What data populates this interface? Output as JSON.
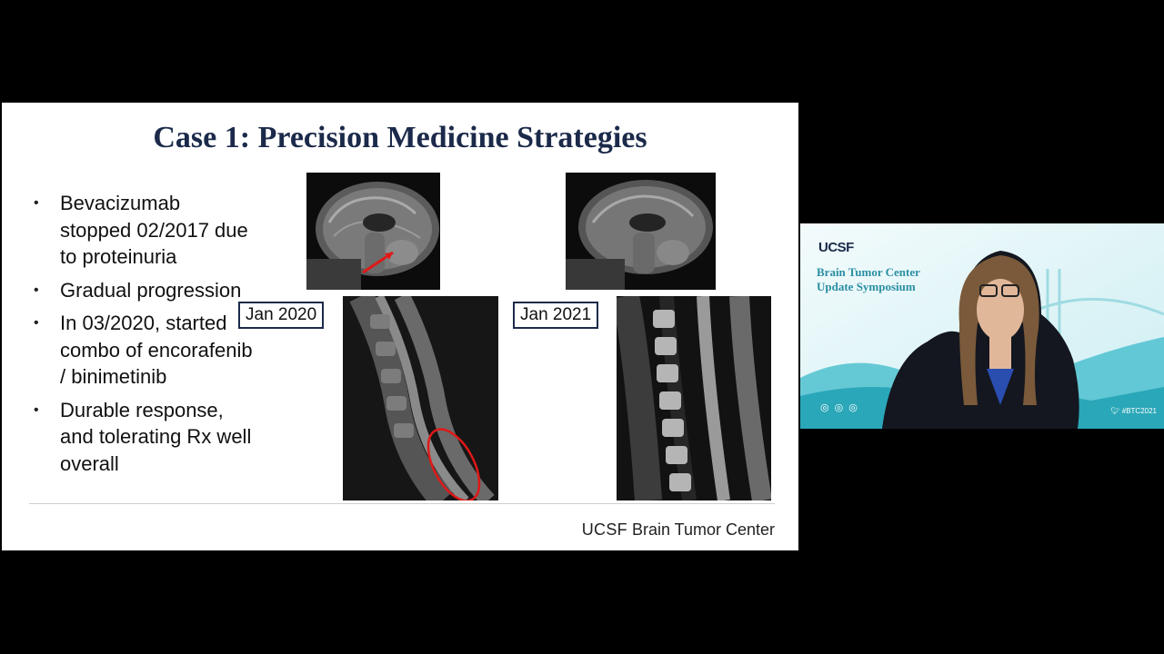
{
  "slide": {
    "title": "Case 1: Precision Medicine Strategies",
    "bullets": [
      "Bevacizumab stopped 02/2017 due to proteinuria",
      "Gradual progression",
      "In 03/2020, started combo of encorafenib / binimetinib",
      "Durable response, and tolerating Rx well overall"
    ],
    "date_left": "Jan 2020",
    "date_right": "Jan 2021",
    "footer_brand": "UCSF",
    "footer_text": "Brain Tumor Center"
  },
  "webcam": {
    "logo": "UCSF",
    "line1": "Brain Tumor Center",
    "line2": "Update Symposium",
    "hashtag": "#BTC2021",
    "icons": [
      "linkedin-icon",
      "facebook-icon",
      "instagram-icon",
      "twitter-icon"
    ]
  },
  "colors": {
    "title": "#1b2a4a",
    "annotation": "#e01818",
    "webcam_accent": "#2a8fa3"
  }
}
